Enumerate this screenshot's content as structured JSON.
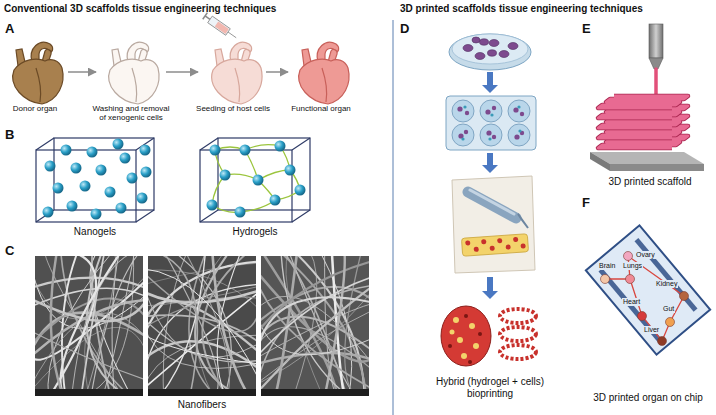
{
  "diagram": {
    "labels": [
      "Conventional 3D scaffolds tissue engineering techniques",
      "3D printed scaffolds tissue engineering techniques",
      "A",
      "Donor organ",
      "Washing and removal of xenogenic cells",
      "Seeding of host cells",
      "Functional organ",
      "B",
      "Nanogels",
      "Hydrogels",
      "C",
      "Nanofibers",
      "D",
      "Hybrid (hydrogel + cells) bioprinting",
      "E",
      "3D printed scaffold",
      "F",
      "Ovary",
      "Brain",
      "Lungs",
      "Heart",
      "Kidney",
      "Gut",
      "Liver",
      "3D printed organ on chip"
    ]
  }
}
